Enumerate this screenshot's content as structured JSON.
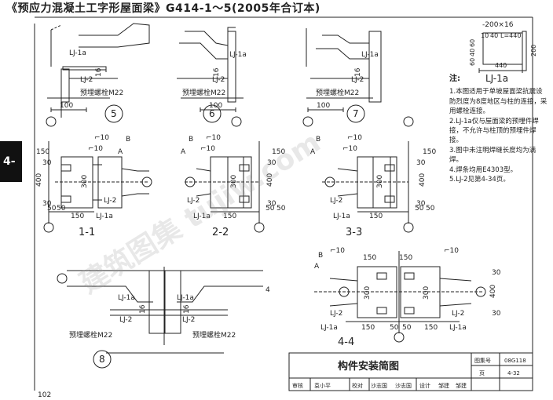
{
  "document": {
    "title": "《预应力混凝土工字形屋面梁》G414-1～5(2005年合订本)",
    "page_number": "102",
    "section_tab": "4-",
    "watermark": "建筑图集 tujiw.com"
  },
  "details": {
    "d5": {
      "number": "5",
      "labels": [
        "LJ-1a",
        "LJ-2",
        "预埋螺栓M22",
        "16",
        "100"
      ]
    },
    "d6": {
      "number": "6",
      "labels": [
        "LJ-1a",
        "LJ-2",
        "预埋螺栓M22",
        "16",
        "100"
      ]
    },
    "d7": {
      "number": "7",
      "labels": [
        "LJ-1a",
        "LJ-2",
        "预埋螺栓M22",
        "16",
        "100"
      ]
    },
    "d8": {
      "number": "8",
      "labels": [
        "LJ-1a",
        "LJ-1a",
        "LJ-2",
        "LJ-2",
        "16",
        "16",
        "预埋螺栓M22",
        "预埋螺栓M22",
        "4"
      ]
    }
  },
  "sections": {
    "s11": {
      "name": "1-1",
      "labels": [
        "B",
        "A",
        "⌐10",
        "⌐10",
        "150",
        "30",
        "400",
        "30",
        "300",
        "LJ-2",
        "LJ-1a",
        "150",
        "50",
        "50"
      ]
    },
    "s22": {
      "name": "2-2",
      "labels": [
        "B",
        "A",
        "⌐10",
        "⌐10",
        "150",
        "30",
        "400",
        "30",
        "300",
        "LJ-2",
        "LJ-1a",
        "50",
        "50",
        "150"
      ]
    },
    "s33": {
      "name": "3-3",
      "labels": [
        "B",
        "A",
        "⌐10",
        "⌐10",
        "150",
        "30",
        "400",
        "30",
        "300",
        "LJ-2",
        "LJ-1a",
        "50",
        "50",
        "150"
      ]
    },
    "s44": {
      "name": "4-4",
      "labels": [
        "B",
        "A",
        "⌐10",
        "⌐10",
        "150",
        "150",
        "30",
        "400",
        "30",
        "300",
        "300",
        "LJ-1a",
        "LJ-1a",
        "LJ-2",
        "LJ-2",
        "150",
        "50",
        "50",
        "150"
      ]
    }
  },
  "part_lj1a": {
    "name": "LJ-1a",
    "labels": [
      "-200×16",
      "10",
      "40",
      "L=440",
      "60",
      "40",
      "60",
      "200",
      "440"
    ]
  },
  "notes": {
    "heading": "注:",
    "items": [
      "1.本图适用于单坡屋面梁抗震设防烈度为8度地区与柱的连接，采用螺栓连接。",
      "2.LJ-1a仅与屋面梁的预埋件焊接，不允许与柱顶的预埋件焊接。",
      "3.图中未注明焊缝长度均为满焊。",
      "4.焊条均用E4303型。",
      "5.LJ-2见第4-34页。"
    ]
  },
  "title_block": {
    "drawing_title": "构件安装简图",
    "atlas_no_label": "图集号",
    "atlas_no": "08G118",
    "page_label": "页",
    "page": "4-32",
    "row": [
      "审核",
      "袁小平",
      "校对",
      "沙志国",
      "沙志国",
      "设计",
      "邹建",
      "邹建"
    ]
  }
}
